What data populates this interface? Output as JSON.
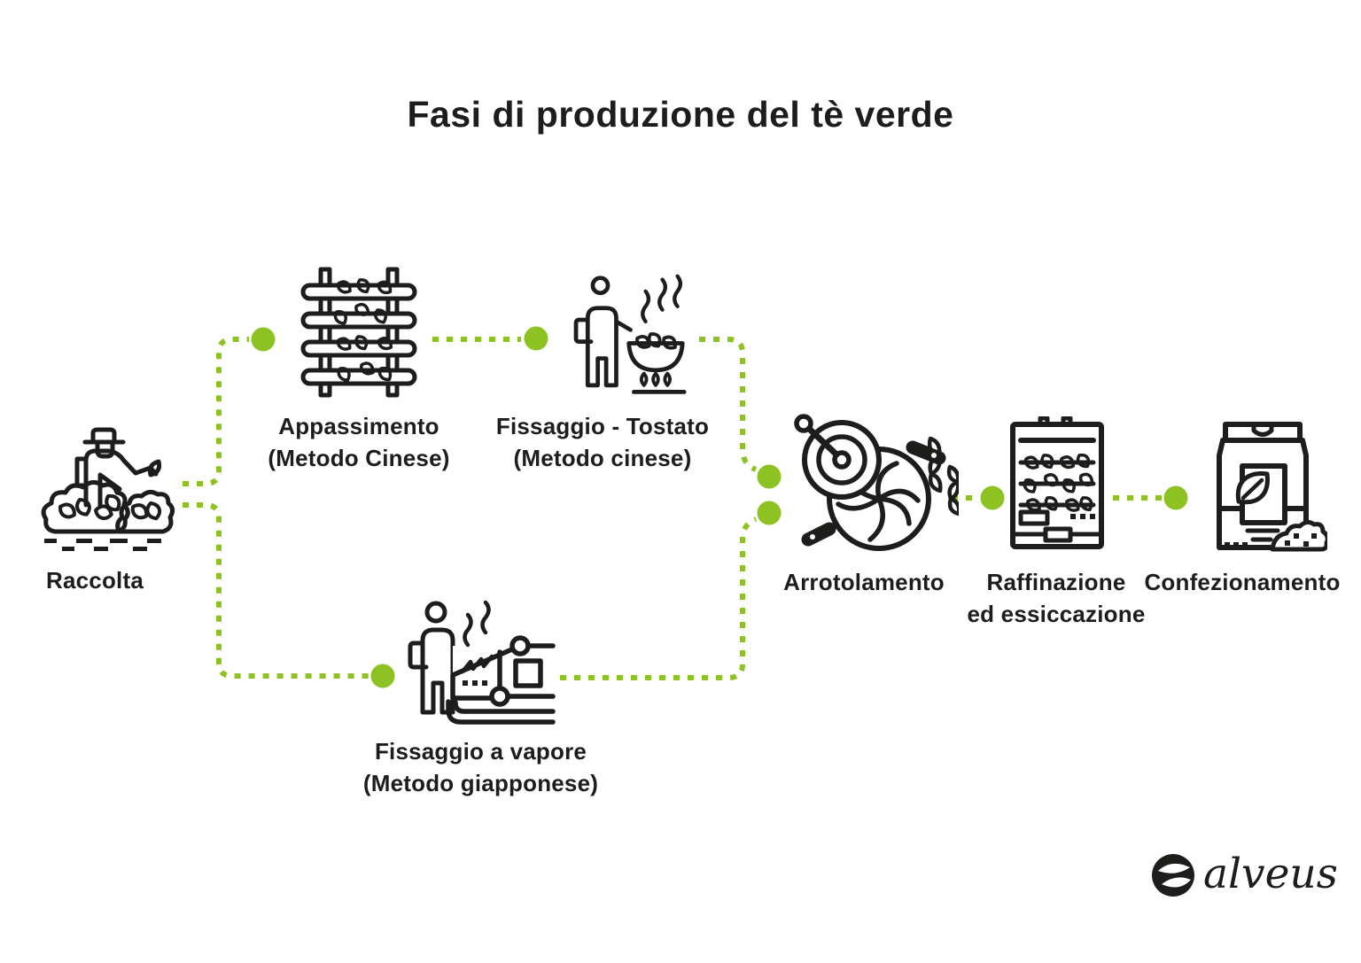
{
  "title": "Fasi di produzione del tè verde",
  "colors": {
    "accent": "#8cc221",
    "ink": "#1d1d1b",
    "bg": "#ffffff"
  },
  "logo": {
    "text": "alveus",
    "icon": "alveus-leaf-circle-icon"
  },
  "nodes": {
    "raccolta": {
      "label": "Raccolta",
      "icon": "tea-picker-icon"
    },
    "appassimento": {
      "label": "Appassimento",
      "sublabel": "(Metodo Cinese)",
      "icon": "drying-rack-icon"
    },
    "fissaggio_tostato": {
      "label": "Fissaggio - Tostato",
      "sublabel": "(Metodo cinese)",
      "icon": "wok-roasting-icon"
    },
    "fissaggio_vapore": {
      "label": "Fissaggio a vapore",
      "sublabel": "(Metodo giapponese)",
      "icon": "steam-fixing-machine-icon"
    },
    "arrotolamento": {
      "label": "Arrotolamento",
      "icon": "rolling-machine-icon"
    },
    "raffinazione": {
      "label": "Raffinazione",
      "sublabel": "ed essiccazione",
      "icon": "drying-cabinet-icon"
    },
    "confezionamento": {
      "label": "Confezionamento",
      "icon": "tea-package-icon"
    }
  }
}
